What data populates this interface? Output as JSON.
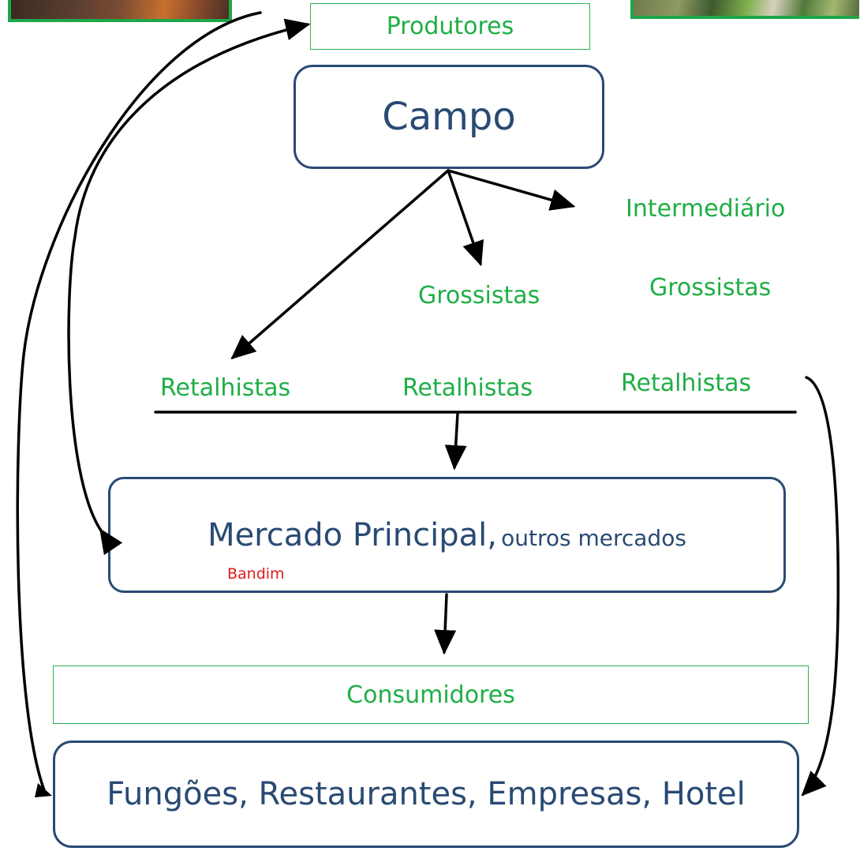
{
  "diagram": {
    "top_label": "Produtores",
    "campo": "Campo",
    "intermediario": "Intermediário",
    "grossistas_center": "Grossistas",
    "grossistas_right": "Grossistas",
    "retalhistas_left": "Retalhistas",
    "retalhistas_center": "Retalhistas",
    "retalhistas_right": "Retalhistas",
    "mercado_main": "Mercado Principal,",
    "mercado_sub": "outros mercados",
    "bandim": "Bandim",
    "consumidores": "Consumidores",
    "final_node": "Fungões, Restaurantes, Empresas, Hotel"
  },
  "colors": {
    "accent_green": "#1fae46",
    "node_border": "#294a73",
    "note_red": "#e11b1b",
    "arrow": "#000000"
  }
}
